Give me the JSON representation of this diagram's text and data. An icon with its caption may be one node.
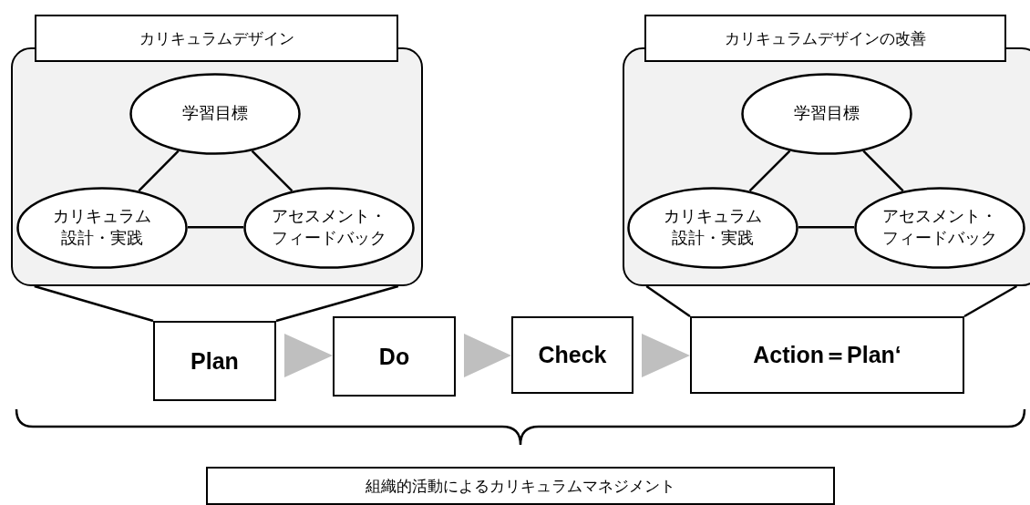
{
  "diagram": {
    "nodes": [
      {
        "text": [
          "カリキュラムデザイン"
        ]
      },
      {
        "text": [],
        "shape": "box"
      },
      {
        "text": [
          "学習目標"
        ],
        "in": 1
      },
      {
        "text": [
          "カリキュラム設計・実践"
        ],
        "in": 1
      },
      {
        "text": [
          "アセスメント・フィードバック"
        ],
        "in": 1
      },
      {
        "text": [
          "カリキュラムデザインの改善"
        ]
      },
      {
        "text": [],
        "shape": "box"
      },
      {
        "text": [
          "学習目標"
        ],
        "in": 6
      },
      {
        "text": [
          "カリキュラム設計・実践"
        ],
        "in": 6
      },
      {
        "text": [
          "アセスメント・フィードバック"
        ],
        "in": 6
      },
      {
        "text": [
          "Plan"
        ]
      },
      {
        "text": [
          "Do"
        ]
      },
      {
        "text": [
          "Check"
        ]
      },
      {
        "text": [
          "Action＝Plan‘"
        ]
      },
      {
        "text": [
          "組織的活動によるカリキュラムマネジメント"
        ]
      }
    ],
    "edges": [
      {
        "from": 2,
        "to": 3,
        "arrow": "none"
      },
      {
        "from": 2,
        "to": 4,
        "arrow": "none"
      },
      {
        "from": 3,
        "to": 4,
        "arrow": "none"
      },
      {
        "from": 7,
        "to": 8,
        "arrow": "none"
      },
      {
        "from": 7,
        "to": 9,
        "arrow": "none"
      },
      {
        "from": 8,
        "to": 9,
        "arrow": "none"
      },
      {
        "from": 1,
        "to": 10,
        "arrow": "none"
      },
      {
        "from": 1,
        "to": 10,
        "arrow": "none"
      },
      {
        "from": 6,
        "to": 13,
        "arrow": "none"
      },
      {
        "from": 6,
        "to": 13,
        "arrow": "none"
      },
      {
        "from": 10,
        "to": 11,
        "arrow": "to",
        "color": "#bfbfbf"
      },
      {
        "from": 11,
        "to": 12,
        "arrow": "to",
        "color": "#bfbfbf"
      },
      {
        "from": 12,
        "to": 13,
        "arrow": "to",
        "color": "#bfbfbf"
      }
    ]
  }
}
